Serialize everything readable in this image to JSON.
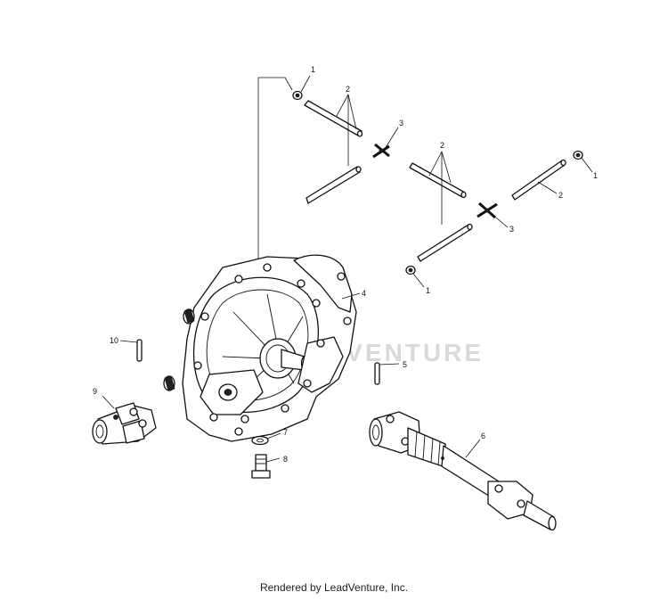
{
  "watermark": "LEADVENTURE",
  "footer": "Rendered by LeadVenture, Inc.",
  "callouts": {
    "c1a": "1",
    "c2a": "2",
    "c3a": "3",
    "c2b": "2",
    "c1b": "1",
    "c2c": "2",
    "c3b": "3",
    "c1c": "1",
    "c4": "4",
    "c10": "10",
    "c5": "5",
    "c9": "9",
    "c7": "7",
    "c8": "8",
    "c6": "6"
  }
}
